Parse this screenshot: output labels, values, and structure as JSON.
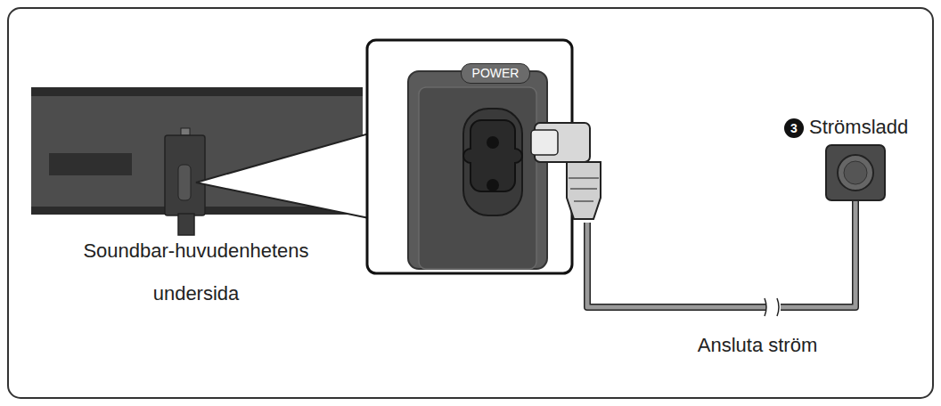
{
  "diagram": {
    "nodes": [
      {
        "text": [
          "POWER"
        ]
      }
    ],
    "labels": [
      "Soundbar-huvudenhetens undersida",
      "3",
      "Strömsladd",
      "Ansluta ström"
    ]
  }
}
